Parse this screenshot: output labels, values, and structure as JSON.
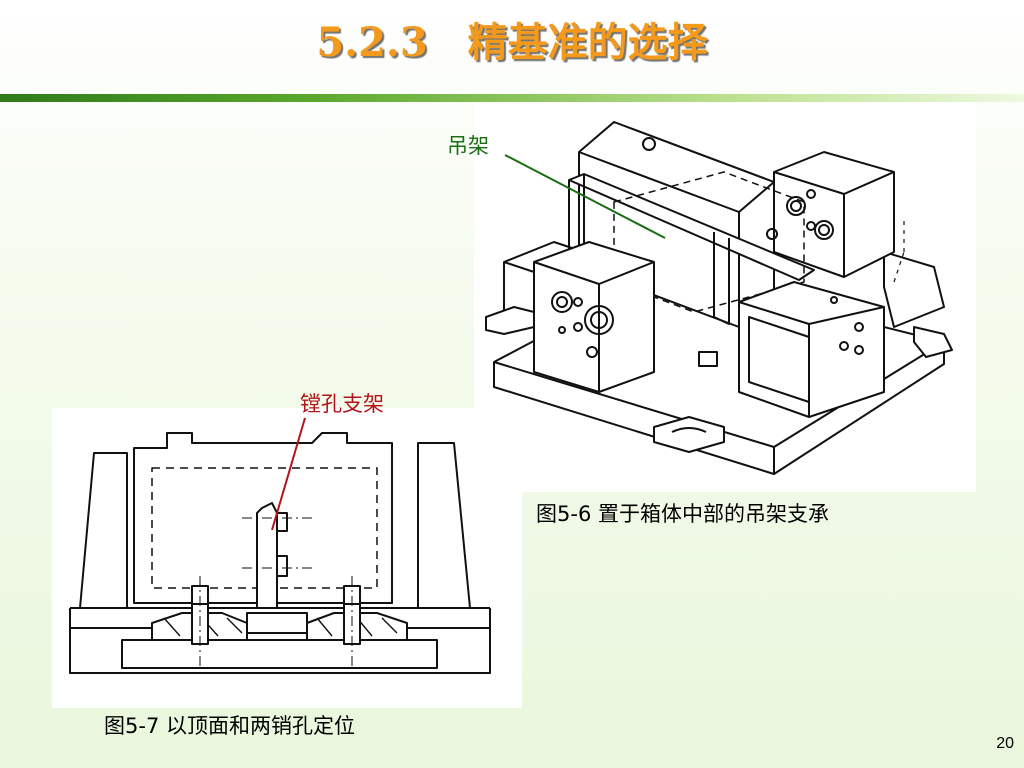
{
  "slide": {
    "title": "5.2.3　精基准的选择",
    "page_number": "20"
  },
  "figures": {
    "fig6": {
      "caption": "图5-6  置于箱体中部的吊架支承",
      "callout": "吊架"
    },
    "fig7": {
      "caption": "图5-7  以顶面和两销孔定位",
      "callout": "镗孔支架"
    }
  },
  "colors": {
    "title": "#f39a1d",
    "callout_hanger": "#1b6e12",
    "callout_boring": "#b3141c"
  }
}
